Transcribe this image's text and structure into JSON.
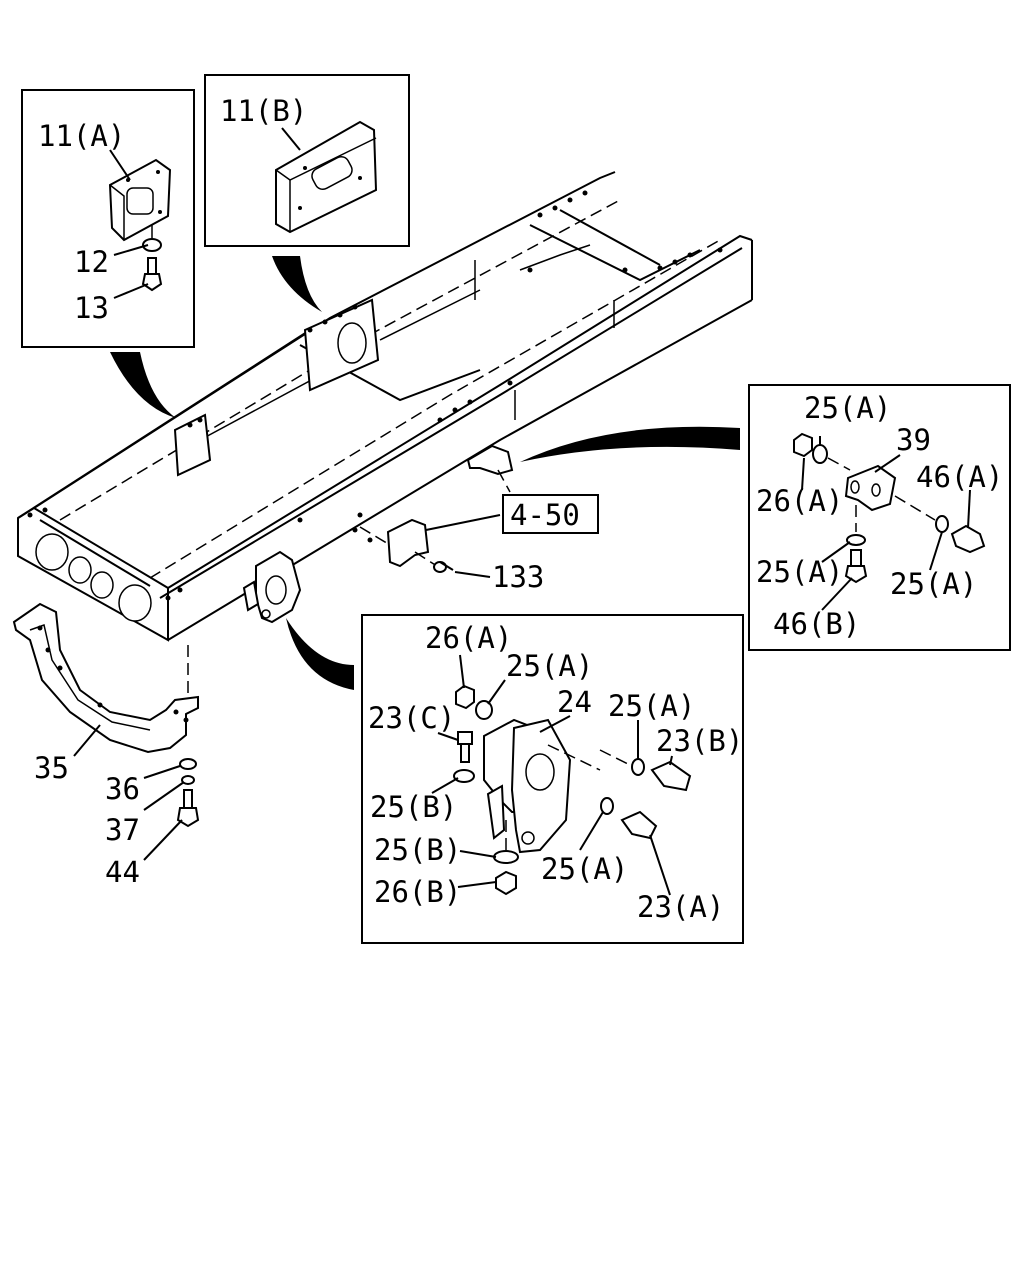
{
  "labels": {
    "p11a": "11(A)",
    "p11b": "11(B)",
    "p12": "12",
    "p13": "13",
    "p25a_1": "25(A)",
    "p39": "39",
    "p26a_1": "26(A)",
    "p46a": "46(A)",
    "p25a_2": "25(A)",
    "p25a_3": "25(A)",
    "p46b": "46(B)",
    "ref_4_50": "4-50",
    "p133": "133",
    "p26a_2": "26(A)",
    "p25a_4": "25(A)",
    "p24": "24",
    "p25a_5": "25(A)",
    "p23c": "23(C)",
    "p23b": "23(B)",
    "p25b_1": "25(B)",
    "p25b_2": "25(B)",
    "p25a_6": "25(A)",
    "p26b": "26(B)",
    "p23a": "23(A)",
    "p35": "35",
    "p36": "36",
    "p37": "37",
    "p44": "44"
  }
}
